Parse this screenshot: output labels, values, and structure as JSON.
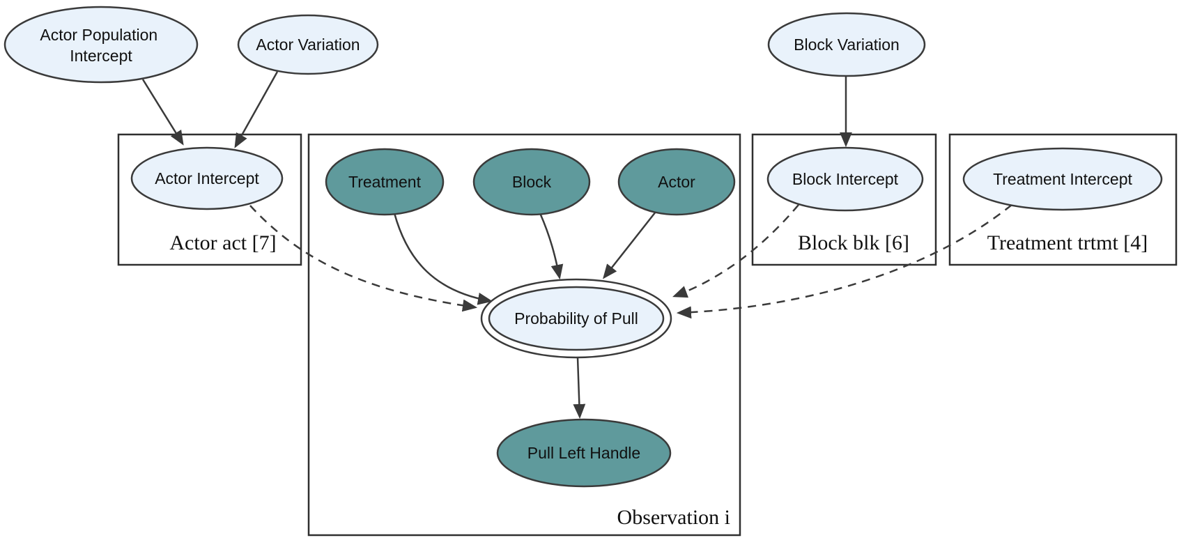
{
  "diagram": {
    "colors": {
      "node_fill_light": "#E9F2FB",
      "node_fill_teal": "#5F9A9C",
      "node_fill_white": "#FFFFFF",
      "stroke": "#3A3A3A",
      "text": "#101010",
      "background": "#FFFFFF"
    },
    "plates": {
      "actor": {
        "label": "Actor act [7]"
      },
      "observation": {
        "label": "Observation i"
      },
      "block": {
        "label": "Block blk [6]"
      },
      "treatment": {
        "label": "Treatment trtmt [4]"
      }
    },
    "nodes": {
      "actor_population_intercept": {
        "label_line1": "Actor Population",
        "label_line2": "Intercept"
      },
      "actor_variation": {
        "label": "Actor Variation"
      },
      "actor_intercept": {
        "label": "Actor Intercept"
      },
      "treatment": {
        "label": "Treatment"
      },
      "block": {
        "label": "Block"
      },
      "actor": {
        "label": "Actor"
      },
      "block_variation": {
        "label": "Block Variation"
      },
      "block_intercept": {
        "label": "Block Intercept"
      },
      "treatment_intercept": {
        "label": "Treatment Intercept"
      },
      "probability_of_pull": {
        "label": "Probability of Pull"
      },
      "pull_left_handle": {
        "label": "Pull Left Handle"
      }
    },
    "edges": [
      {
        "from": "Actor Population Intercept",
        "to": "Actor Intercept",
        "style": "solid"
      },
      {
        "from": "Actor Variation",
        "to": "Actor Intercept",
        "style": "solid"
      },
      {
        "from": "Treatment",
        "to": "Probability of Pull",
        "style": "solid"
      },
      {
        "from": "Block",
        "to": "Probability of Pull",
        "style": "solid"
      },
      {
        "from": "Actor",
        "to": "Probability of Pull",
        "style": "solid"
      },
      {
        "from": "Block Variation",
        "to": "Block Intercept",
        "style": "solid"
      },
      {
        "from": "Probability of Pull",
        "to": "Pull Left Handle",
        "style": "solid"
      },
      {
        "from": "Actor Intercept",
        "to": "Probability of Pull",
        "style": "dashed"
      },
      {
        "from": "Block Intercept",
        "to": "Probability of Pull",
        "style": "dashed"
      },
      {
        "from": "Treatment Intercept",
        "to": "Probability of Pull",
        "style": "dashed"
      }
    ]
  }
}
